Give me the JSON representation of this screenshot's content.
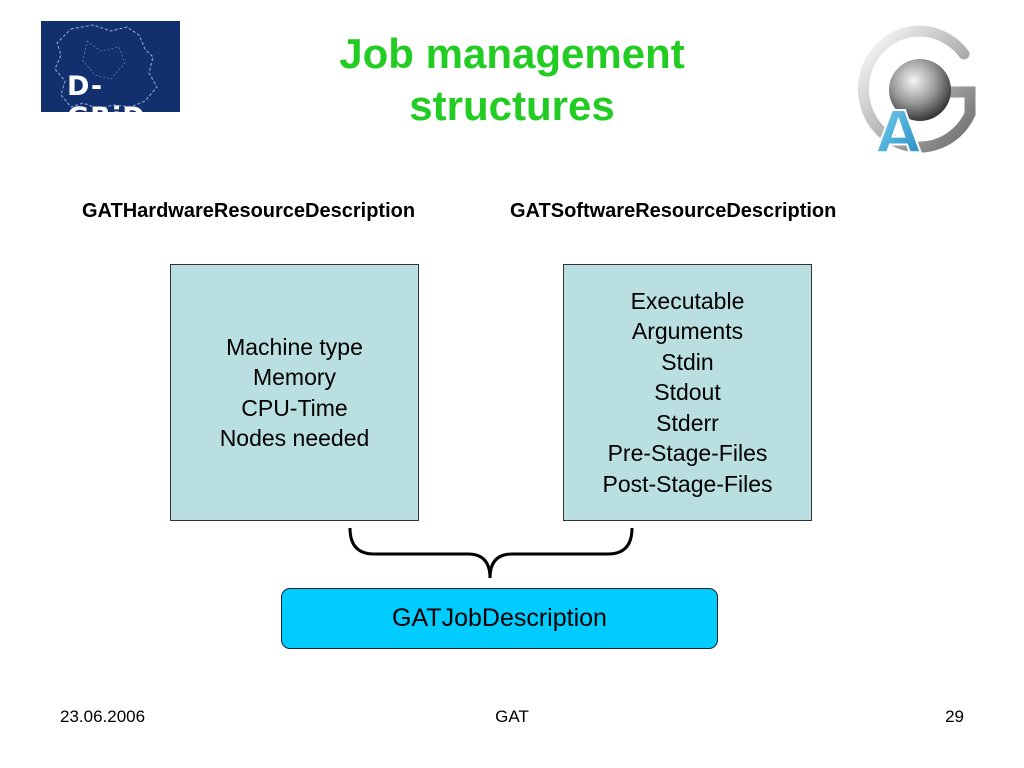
{
  "slide": {
    "title_line1": "Job management",
    "title_line2": "structures"
  },
  "logos": {
    "dgrid_text": "D-GRiD",
    "gat_letter": "A"
  },
  "diagram": {
    "hardware": {
      "heading": "GATHardwareResourceDescription",
      "items": [
        "Machine type",
        "Memory",
        "CPU-Time",
        "Nodes needed"
      ]
    },
    "software": {
      "heading": "GATSoftwareResourceDescription",
      "items": [
        "Executable",
        "Arguments",
        "Stdin",
        "Stdout",
        "Stderr",
        "Pre-Stage-Files",
        "Post-Stage-Files"
      ]
    },
    "job_description": "GATJobDescription"
  },
  "footer": {
    "date": "23.06.2006",
    "center": "GAT",
    "page": "29"
  },
  "colors": {
    "title": "#22cc22",
    "box_fill": "#b9dfe0",
    "job_fill": "#00ccff",
    "dgrid_bg": "#13306e"
  }
}
